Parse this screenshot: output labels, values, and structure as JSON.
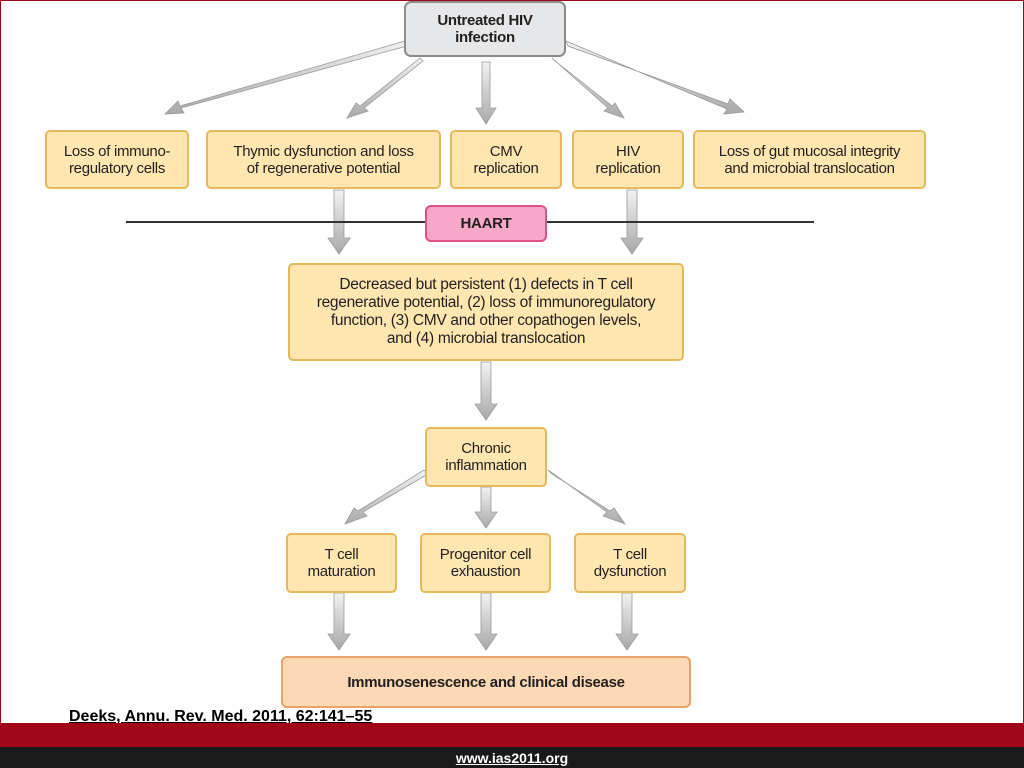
{
  "diagram": {
    "top": "Untreated HIV\ninfection",
    "causes": [
      "Loss of immuno-\nregulatory cells",
      "Thymic dysfunction and loss\nof regenerative potential",
      "CMV\nreplication",
      "HIV\nreplication",
      "Loss of gut mucosal integrity\nand microbial translocation"
    ],
    "haart": "HAART",
    "persistent": "Decreased but persistent (1) defects in T cell\nregenerative potential, (2) loss of immunoregulatory\nfunction, (3) CMV and other copathogen levels,\nand (4) microbial translocation",
    "inflammation": "Chronic\ninflammation",
    "effects": [
      "T cell\nmaturation",
      "Progenitor cell\nexhaustion",
      "T cell\ndysfunction"
    ],
    "final": "Immunosenescence and clinical disease"
  },
  "footer": {
    "citation": "Deeks, Annu. Rev. Med. 2011, 62:141–55",
    "url": "www.ias2011.org"
  },
  "colors": {
    "box_fill": "#fde6b0",
    "box_border": "#e7b85c",
    "haart_fill": "#f7a8c8",
    "top_fill": "#e6e7e8",
    "final_fill": "#fcd9b6",
    "band_red": "#a0081a",
    "band_black": "#1a1a1a"
  }
}
